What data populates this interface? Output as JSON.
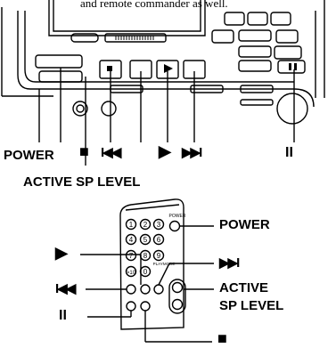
{
  "caption_fragment": "and remote commander as well.",
  "player": {
    "labels": {
      "power": "POWER",
      "stop": "■",
      "prev": "I◀◀",
      "play": "▶",
      "next": "▶▶I",
      "pause": "II",
      "active_sp_level": "ACTIVE SP LEVEL"
    }
  },
  "remote": {
    "keypad": [
      "1",
      "2",
      "3",
      "4",
      "5",
      "6",
      "7",
      "8",
      "9",
      ">10",
      "0"
    ],
    "power_text": "POWER",
    "playmode_text": "PLAYMODE",
    "labels": {
      "power": "POWER",
      "play": "▶",
      "next": "▶▶I",
      "prev": "I◀◀",
      "active": "ACTIVE",
      "sp_level": "SP LEVEL",
      "pause": "II",
      "stop": "■"
    }
  }
}
